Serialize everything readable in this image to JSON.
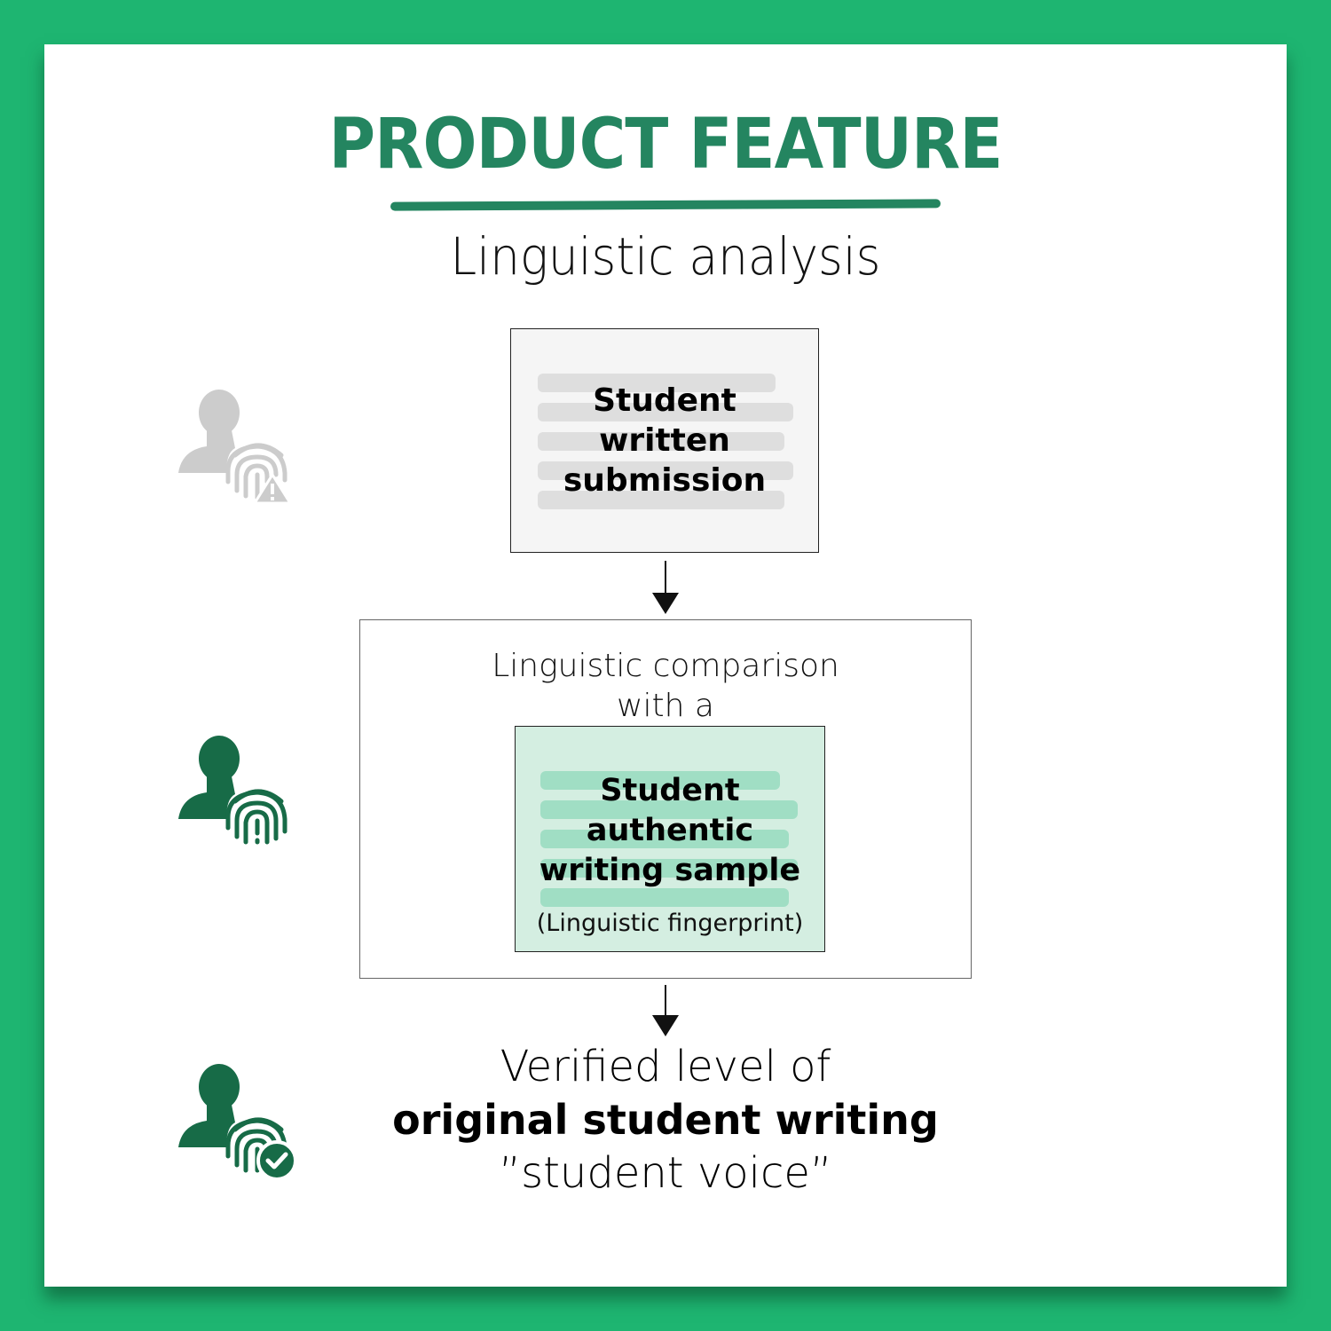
{
  "header": {
    "title": "PRODUCT FEATURE",
    "subtitle": "Linguistic analysis"
  },
  "colors": {
    "background": "#1eb571",
    "accent": "#248560",
    "icon_dark_green": "#176b47",
    "icon_gray": "#cccccc",
    "submission_box": "#f5f5f5",
    "submission_bars": "#dedede",
    "sample_box": "#d4eee1",
    "sample_bars": "#a0dec4"
  },
  "steps": [
    {
      "icon": "user-fingerprint-warning-icon",
      "box_lines": [
        "Student",
        "written",
        "submission"
      ]
    },
    {
      "icon": "user-fingerprint-icon",
      "label_lines": [
        "Linguistic comparison",
        "with a"
      ],
      "inner_box_lines": [
        "Student",
        "authentic",
        "writing sample"
      ],
      "caption": "(Linguistic fingerprint)"
    },
    {
      "icon": "user-fingerprint-check-icon",
      "result_lines": [
        "Verified level of",
        "original student writing",
        "”student voice”"
      ]
    }
  ]
}
